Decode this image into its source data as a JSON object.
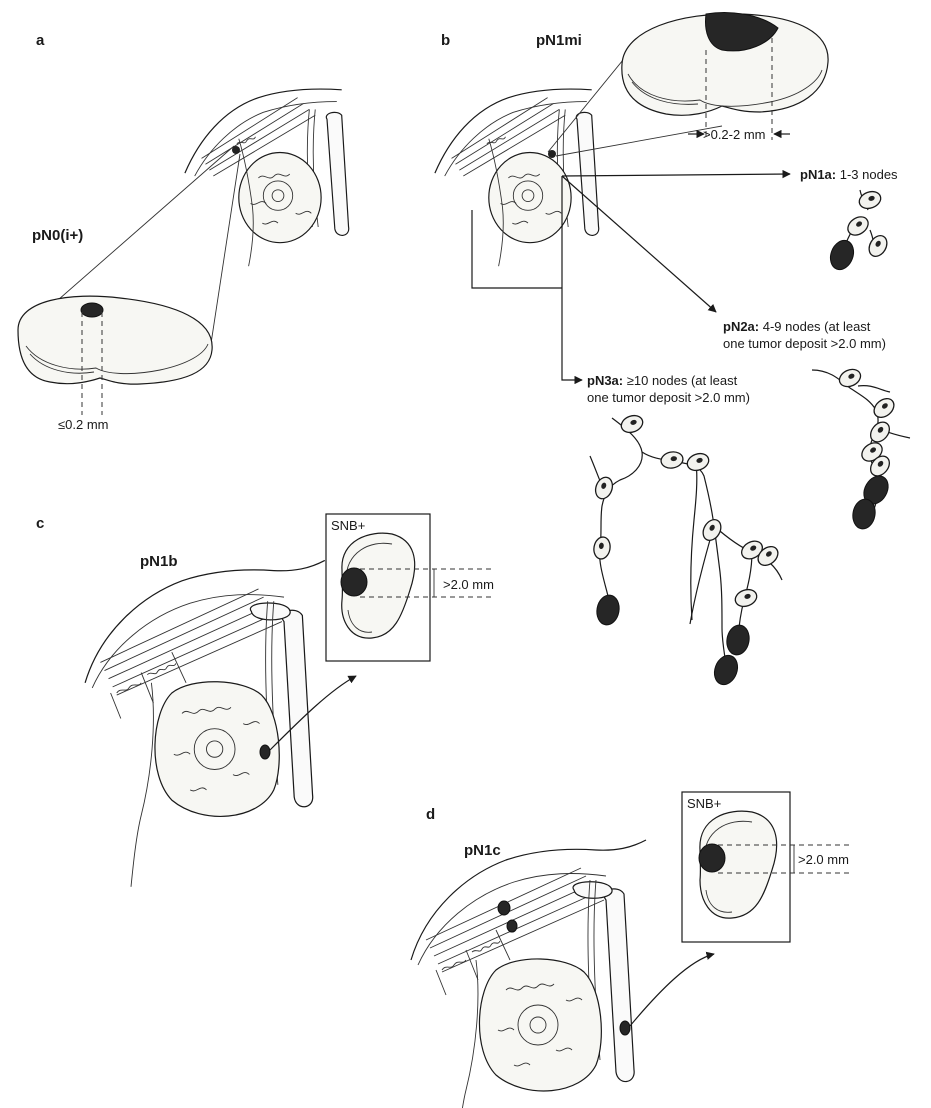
{
  "panels": {
    "a": {
      "letter": "a",
      "stage": "pN0(i+)",
      "measure": "≤0.2 mm"
    },
    "b": {
      "letter": "b",
      "stage": "pN1mi",
      "measure": ">0.2-2 mm",
      "n1a": {
        "code": "pN1a:",
        "text": " 1-3 nodes"
      },
      "n2a": {
        "code": "pN2a:",
        "text": " 4-9 nodes (at least",
        "line2": "one tumor deposit >2.0 mm)"
      },
      "n3a": {
        "code": "pN3a:",
        "text": " ≥10 nodes (at least",
        "line2": "one tumor deposit >2.0 mm)"
      }
    },
    "c": {
      "letter": "c",
      "stage": "pN1b",
      "box_label": "SNB+",
      "measure": ">2.0 mm"
    },
    "d": {
      "letter": "d",
      "stage": "pN1c",
      "box_label": "SNB+",
      "measure": ">2.0 mm"
    }
  }
}
